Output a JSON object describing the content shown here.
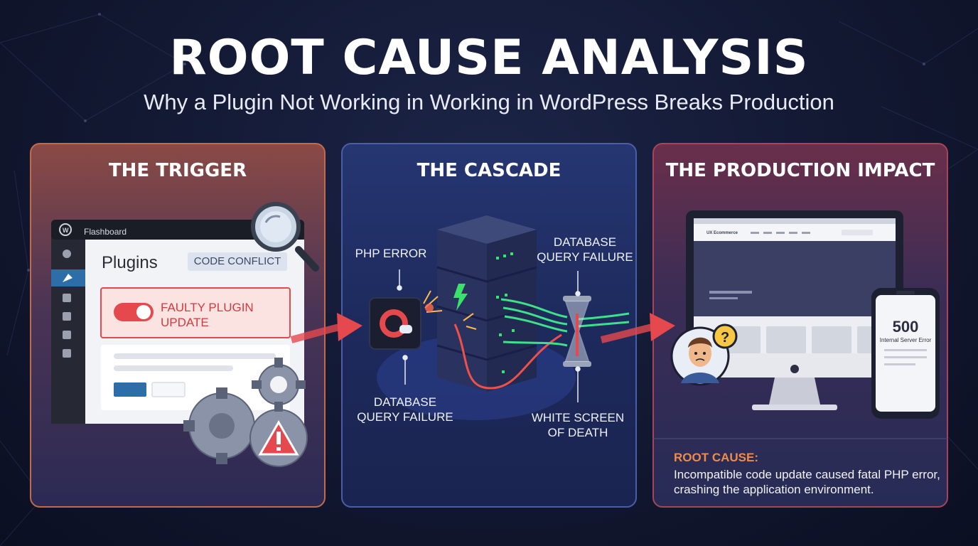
{
  "header": {
    "title": "ROOT CAUSE ANALYSIS",
    "subtitle": "Why a Plugin Not Working in  Working in WordPress Breaks Production"
  },
  "trigger": {
    "title": "THE TRIGGER",
    "dashboard_label": "Flashboard",
    "plugins_heading": "Plugins",
    "conflict_badge": "CODE CONFLICT",
    "faulty_line1": "FAULTY PLUGIN",
    "faulty_line2": "UPDATE"
  },
  "cascade": {
    "title": "THE CASCADE",
    "php_error": "PHP ERROR",
    "db_failure_top_line1": "DATABASE",
    "db_failure_top_line2": "QUERY FAILURE",
    "db_failure_bottom_line1": "DATABASE",
    "db_failure_bottom_line2": "QUERY FAILURE",
    "wsod_line1": "WHITE SCREEN",
    "wsod_line2": "OF DEATH"
  },
  "impact": {
    "title": "THE PRODUCTION IMPACT",
    "error_code": "500",
    "error_text": "Internal Server Error",
    "site_logo": "UX Ecommerce",
    "root_cause_label": "ROOT CAUSE:",
    "root_cause_text": "Incompatible code update caused fatal PHP error, crashing the application environment."
  },
  "colors": {
    "accent_orange": "#f08a4a",
    "error_red": "#e5484d",
    "flow_green": "#3ee08a",
    "bolt_green": "#39e26a"
  }
}
